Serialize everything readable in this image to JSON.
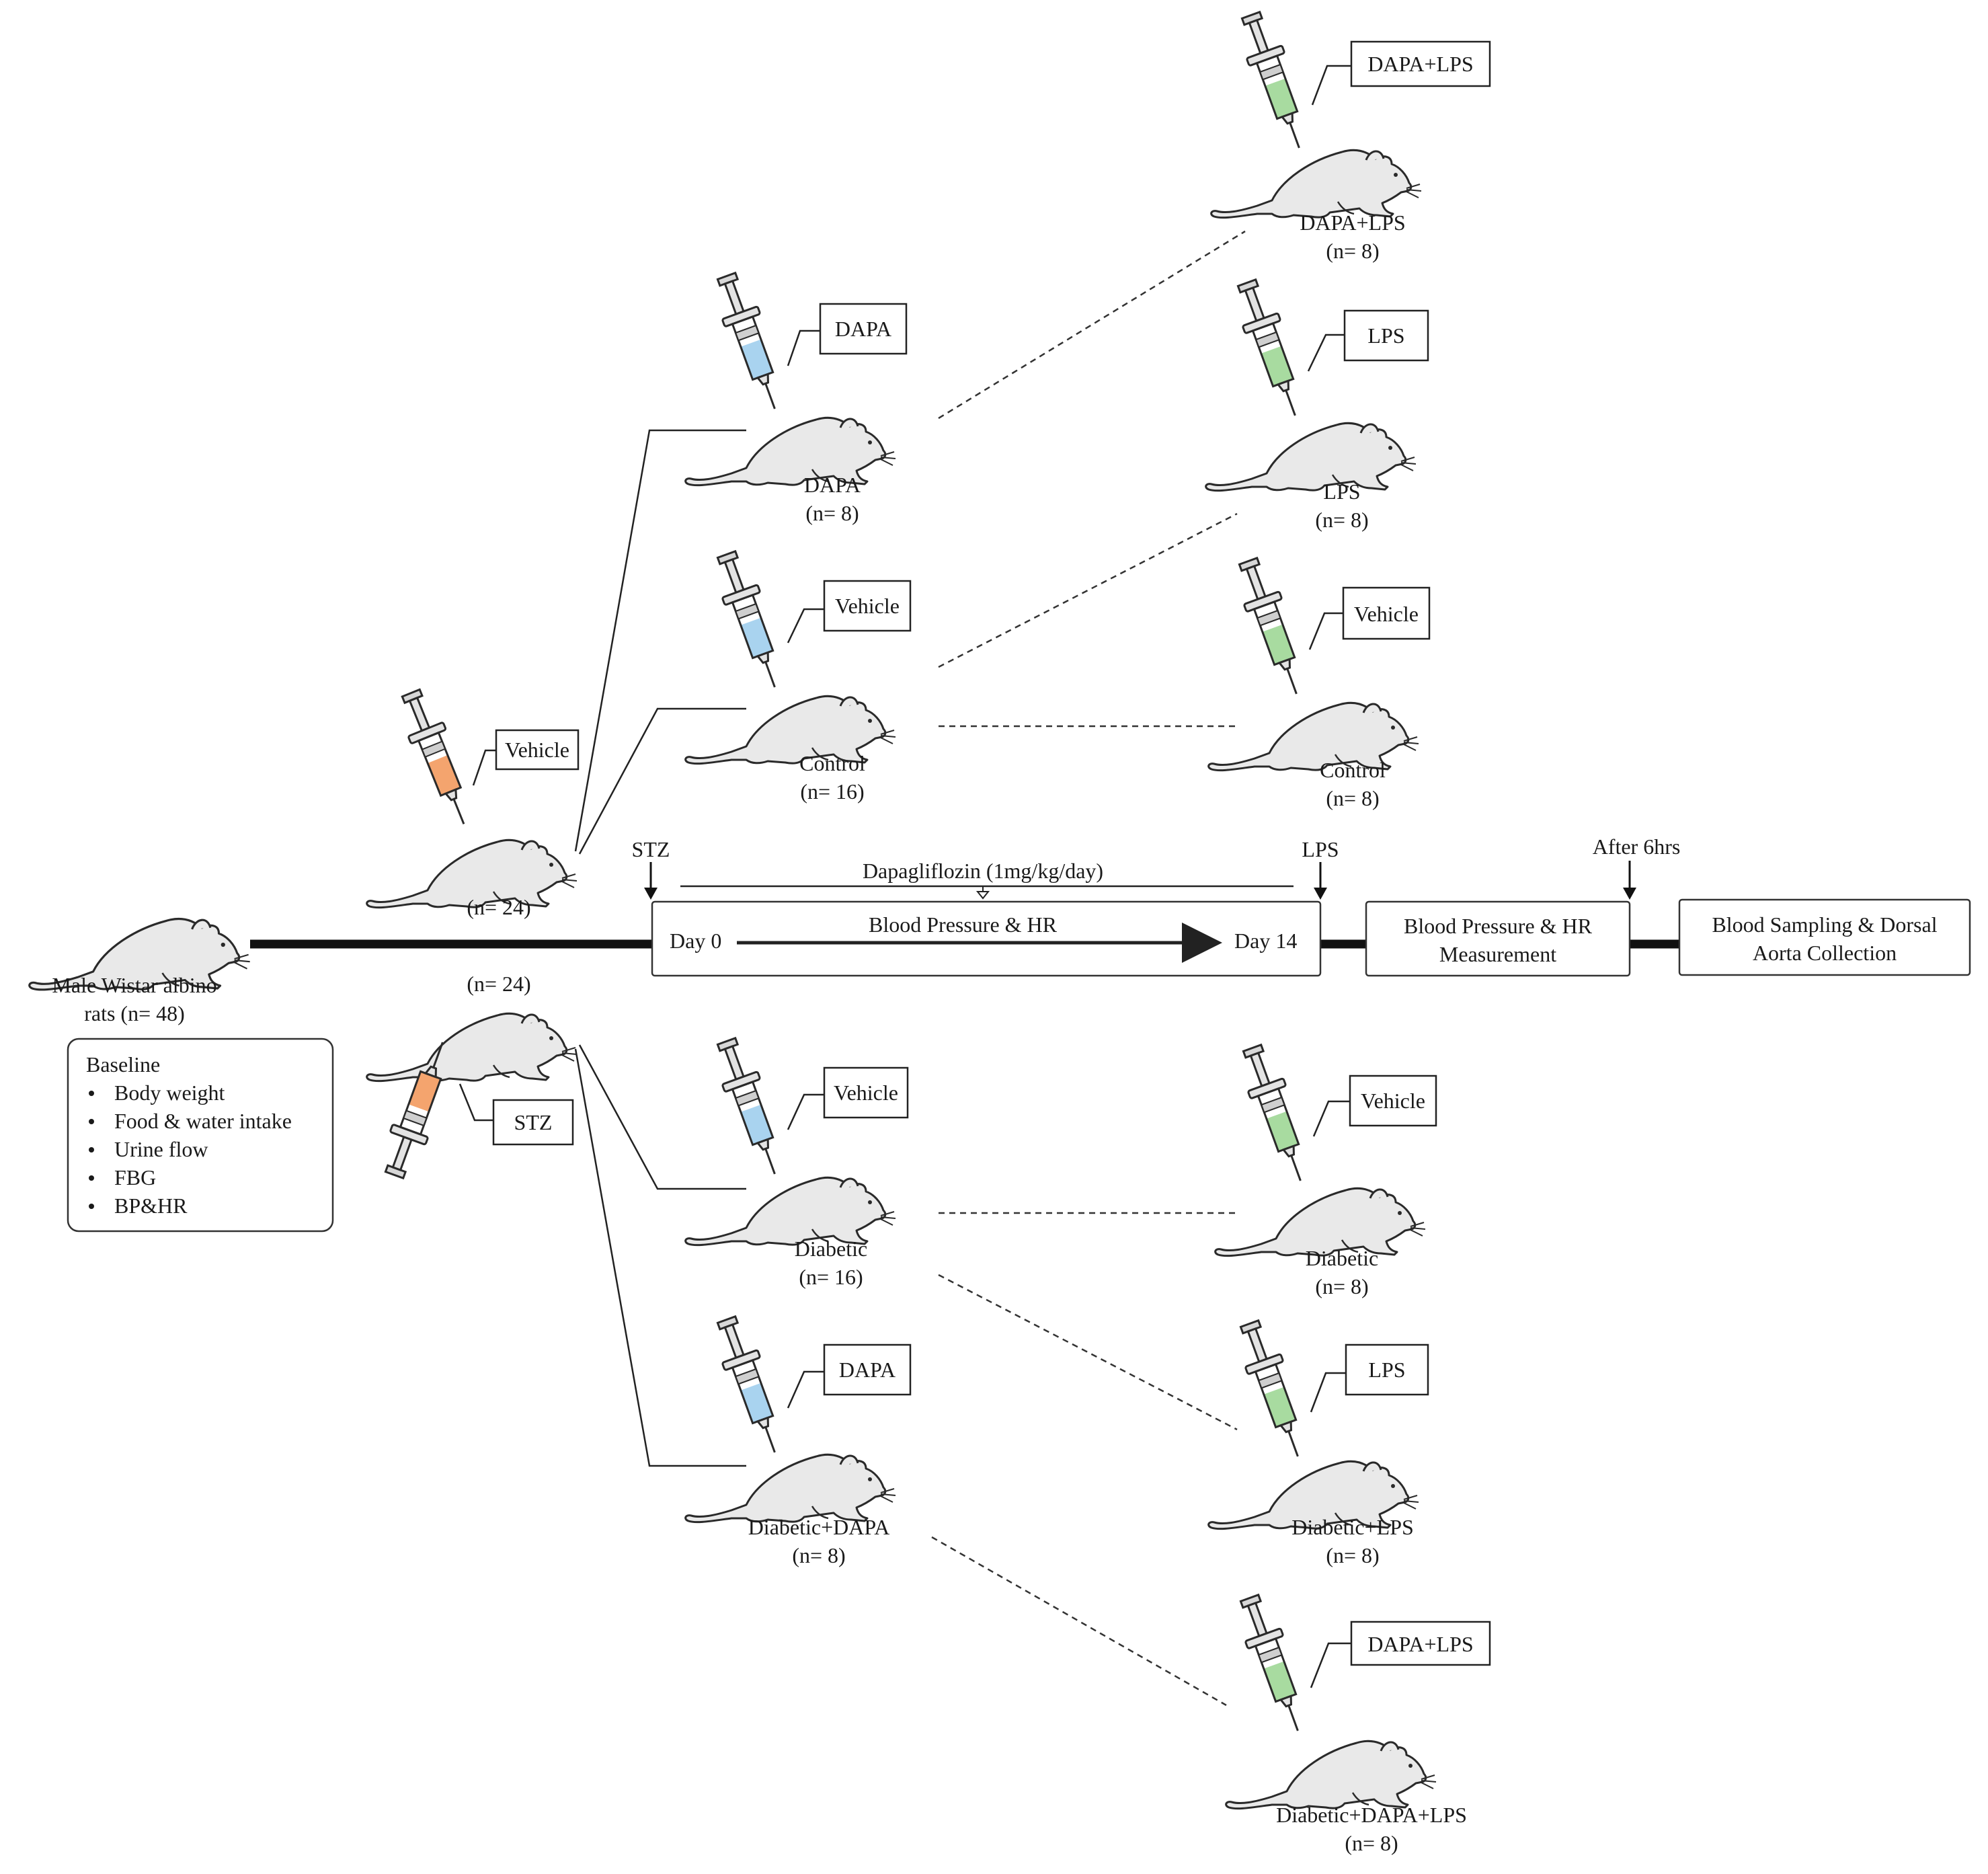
{
  "colors": {
    "syringe_orange": "#f4a46e",
    "syringe_blue": "#a9d3ef",
    "syringe_green": "#a8dba0",
    "rat_fill": "#e9e9e9",
    "line": "#222222"
  },
  "icons": {
    "rat": "rat-icon",
    "syringe": "syringe-icon",
    "arrow": "down-arrow-icon"
  },
  "start": {
    "label_line1": "Male Wistar albino",
    "label_line2": "rats (n= 48)"
  },
  "baseline": {
    "title": "Baseline",
    "items": [
      "Body weight",
      "Food & water intake",
      "Urine flow",
      "FBG",
      "BP&HR"
    ]
  },
  "level1": {
    "upper": {
      "syringe_label": "Vehicle",
      "count": "(n= 24)"
    },
    "lower": {
      "syringe_label": "STZ",
      "count": "(n= 24)"
    }
  },
  "level2": {
    "dapa": {
      "syringe_label": "DAPA",
      "name": "DAPA",
      "count": "(n= 8)"
    },
    "control": {
      "syringe_label": "Vehicle",
      "name": "Control",
      "count": "(n= 16)"
    },
    "diabetic": {
      "syringe_label": "Vehicle",
      "name": "Diabetic",
      "count": "(n= 16)"
    },
    "diabetic_dapa": {
      "syringe_label": "DAPA",
      "name": "Diabetic+DAPA",
      "count": "(n= 8)"
    }
  },
  "level3": {
    "dapa_lps": {
      "syringe_label": "DAPA+LPS",
      "name": "DAPA+LPS",
      "count": "(n= 8)"
    },
    "lps": {
      "syringe_label": "LPS",
      "name": "LPS",
      "count": "(n= 8)"
    },
    "control": {
      "syringe_label": "Vehicle",
      "name": "Control",
      "count": "(n= 8)"
    },
    "diabetic": {
      "syringe_label": "Vehicle",
      "name": "Diabetic",
      "count": "(n= 8)"
    },
    "diabetic_lps": {
      "syringe_label": "LPS",
      "name": "Diabetic+LPS",
      "count": "(n= 8)"
    },
    "diabetic_dapa_lps": {
      "syringe_label": "DAPA+LPS",
      "name": "Diabetic+DAPA+LPS",
      "count": "(n= 8)"
    }
  },
  "timeline": {
    "stz_marker": "STZ",
    "lps_marker": "LPS",
    "after_marker": "After 6hrs",
    "drug": "Dapagliflozin (1mg/kg/day)",
    "period_title": "Blood Pressure & HR",
    "day_start": "Day 0",
    "day_end": "Day 14",
    "measure_line1": "Blood Pressure & HR",
    "measure_line2": "Measurement",
    "collect_line1": "Blood Sampling & Dorsal",
    "collect_line2": "Aorta Collection"
  }
}
